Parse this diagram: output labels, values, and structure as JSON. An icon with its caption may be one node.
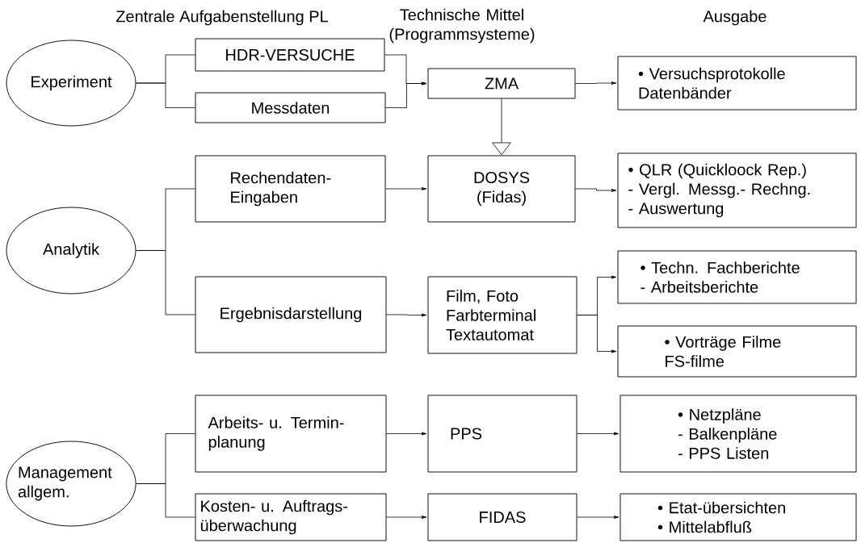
{
  "diagram": {
    "nodes": [
      {
        "text": [
          "Experiment"
        ]
      },
      {
        "text": [
          "HDR-VERSUCHE"
        ]
      },
      {
        "text": [
          "Messdaten"
        ]
      },
      {
        "text": [
          "ZMA"
        ]
      },
      {
        "text": [
          "• Versuchsprotokolle Datenbänder"
        ]
      },
      {
        "text": [
          "Analytik"
        ]
      },
      {
        "text": [
          "Rechendaten- Eingaben"
        ]
      },
      {
        "text": [
          "DOSYS (Fidas)"
        ]
      },
      {
        "text": [
          "• QLR (Quickloock Rep.)",
          "- Vergl. Messg.- Rechng.",
          "- Auswertung"
        ]
      },
      {
        "text": [
          "Ergebnisdarstellung"
        ]
      },
      {
        "text": [
          "Film, Foto Farbterminal Textautomat"
        ]
      },
      {
        "text": [
          "• Techn. Fachberichte",
          "- Arbeitsberichte"
        ]
      },
      {
        "text": [
          "• Vorträge Filme FS-filme"
        ]
      },
      {
        "text": [
          "Management allgem."
        ]
      },
      {
        "text": [
          "Arbeits- u. Termin- planung"
        ]
      },
      {
        "text": [
          "PPS"
        ]
      },
      {
        "text": [
          "• Netzpläne",
          "- Balkenpläne",
          "- PPS Listen"
        ]
      },
      {
        "text": [
          "Kosten- u. Auftrags- überwachung"
        ]
      },
      {
        "text": [
          "FIDAS"
        ]
      },
      {
        "text": [
          "• Etat-übersichten",
          "• Mittelabfluß"
        ]
      }
    ],
    "edges": [
      {
        "from": 0,
        "to": 1,
        "arrow": "none"
      },
      {
        "from": 0,
        "to": 2,
        "arrow": "none"
      },
      {
        "from": 1,
        "to": 3,
        "arrow": "to"
      },
      {
        "from": 2,
        "to": 3,
        "arrow": "to"
      },
      {
        "from": 3,
        "to": 4,
        "arrow": "to"
      },
      {
        "from": 3,
        "to": 7,
        "arrow": "to"
      },
      {
        "from": 5,
        "to": 6,
        "arrow": "none"
      },
      {
        "from": 5,
        "to": 9,
        "arrow": "none"
      },
      {
        "from": 6,
        "to": 7,
        "arrow": "to"
      },
      {
        "from": 7,
        "to": 8,
        "arrow": "to"
      },
      {
        "from": 9,
        "to": 10,
        "arrow": "to"
      },
      {
        "from": 10,
        "to": 11,
        "arrow": "to"
      },
      {
        "from": 10,
        "to": 12,
        "arrow": "to"
      },
      {
        "from": 13,
        "to": 14,
        "arrow": "none"
      },
      {
        "from": 13,
        "to": 17,
        "arrow": "none"
      },
      {
        "from": 14,
        "to": 15,
        "arrow": "to"
      },
      {
        "from": 15,
        "to": 16,
        "arrow": "to"
      },
      {
        "from": 17,
        "to": 18,
        "arrow": "to"
      },
      {
        "from": 18,
        "to": 19,
        "arrow": "to"
      }
    ],
    "labels": [
      "Zentrale Aufgabenstellung PL",
      "Technische Mittel (Programmsysteme)",
      "Ausgabe"
    ]
  }
}
